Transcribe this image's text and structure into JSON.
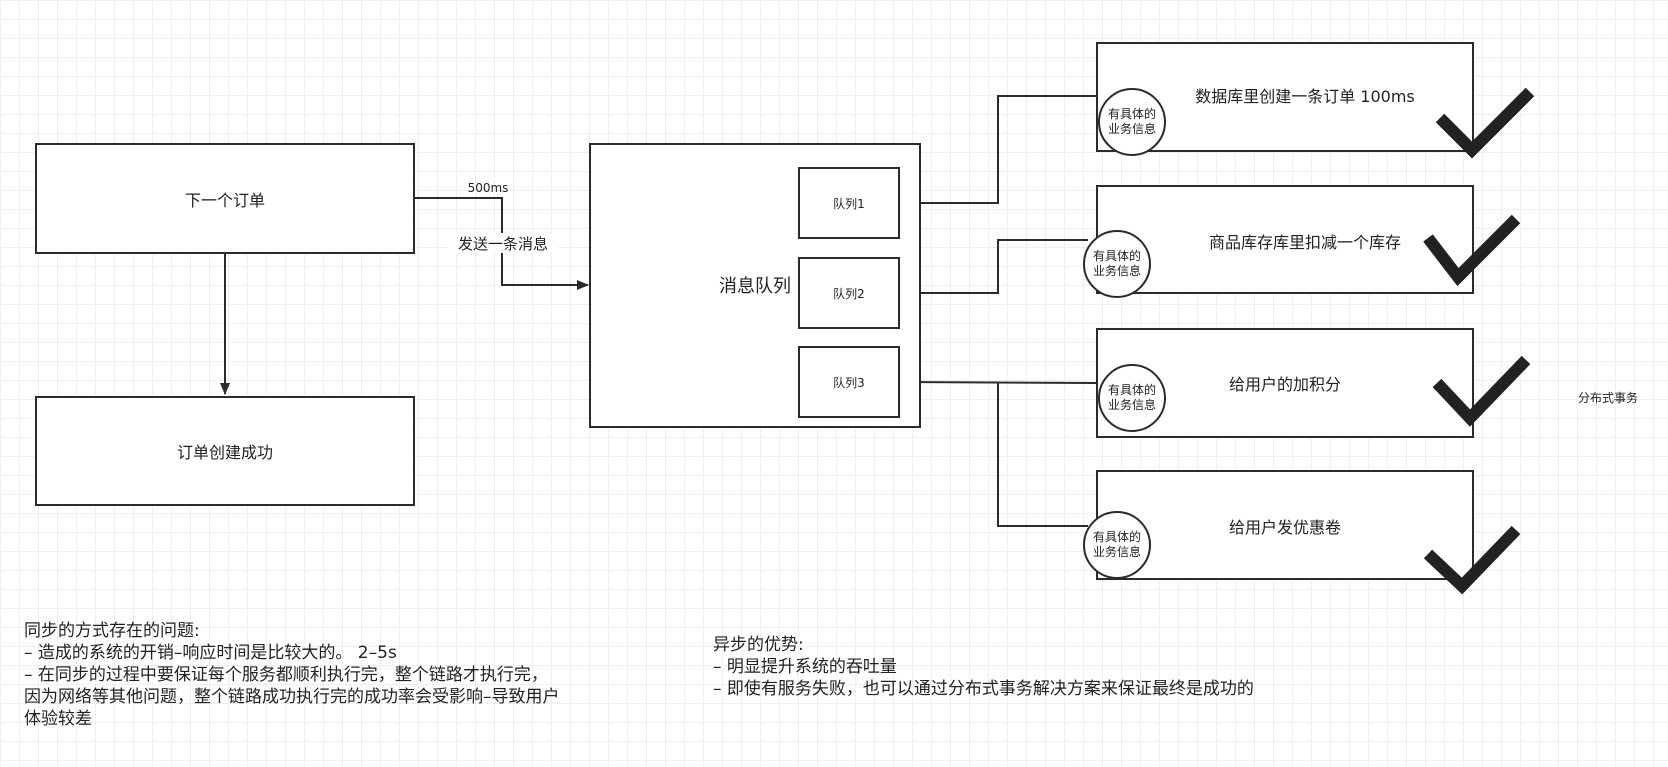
{
  "left": {
    "order_box": "下一个订单",
    "success_box": "订单创建成功",
    "latency": "500ms",
    "send_message": "发送一条消息"
  },
  "mq": {
    "title": "消息队列",
    "queues": [
      "队列1",
      "队列2",
      "队列3"
    ]
  },
  "services": [
    {
      "label": "数据库里创建一条订单 100ms",
      "badge": "有具体的业务信息"
    },
    {
      "label": "商品库存库里扣减一个库存",
      "badge": "有具体的业务信息"
    },
    {
      "label": "给用户的加积分",
      "badge": "有具体的业务信息"
    },
    {
      "label": "给用户发优惠卷",
      "badge": "有具体的业务信息"
    }
  ],
  "side_note": "分布式事务",
  "sync_notes": {
    "title": "同步的方式存在的问题:",
    "lines": [
      "– 造成的系统的开销–响应时间是比较大的。 2–5s",
      "– 在同步的过程中要保证每个服务都顺利执行完，整个链路才执行完，",
      "因为网络等其他问题，整个链路成功执行完的成功率会受影响–导致用户",
      "体验较差"
    ]
  },
  "async_notes": {
    "title": "异步的优势:",
    "lines": [
      "– 明显提升系统的吞吐量",
      "– 即使有服务失败，也可以通过分布式事务解决方案来保证最终是成功的"
    ]
  },
  "colors": {
    "stroke": "#2b2b2b",
    "grid": "#efefef",
    "check": "#222222"
  }
}
